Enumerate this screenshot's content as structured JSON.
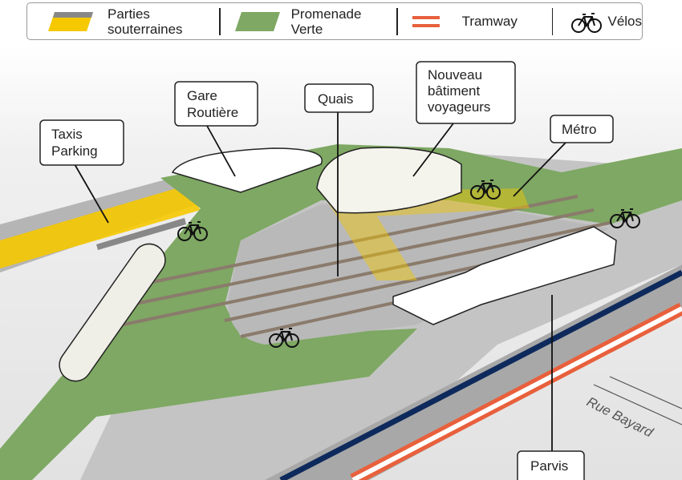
{
  "legend": {
    "items": [
      {
        "id": "underground",
        "lines": [
          "Parties",
          "souterraines"
        ],
        "icon": "yellow-gray-swatch"
      },
      {
        "id": "green",
        "lines": [
          "Promenade",
          "Verte"
        ],
        "icon": "green-swatch"
      },
      {
        "id": "tram",
        "lines": [
          "Tramway"
        ],
        "icon": "tramway-stripes"
      },
      {
        "id": "bikes",
        "lines": [
          "Vélos"
        ],
        "icon": "bicycle-icon"
      }
    ]
  },
  "labels": {
    "taxis": [
      "Taxis",
      "Parking"
    ],
    "gare": [
      "Gare",
      "Routière"
    ],
    "quais": [
      "Quais"
    ],
    "batiment": [
      "Nouveau",
      "bâtiment",
      "voyageurs"
    ],
    "metro": [
      "Métro"
    ],
    "parvis": [
      "Parvis"
    ]
  },
  "street": "Rue Bayard",
  "colors": {
    "yellow": "#f5c800",
    "green": "#7ea863",
    "tram": "#e8603c",
    "navy": "#0e2a5c",
    "gray": "#bdbdbd"
  }
}
